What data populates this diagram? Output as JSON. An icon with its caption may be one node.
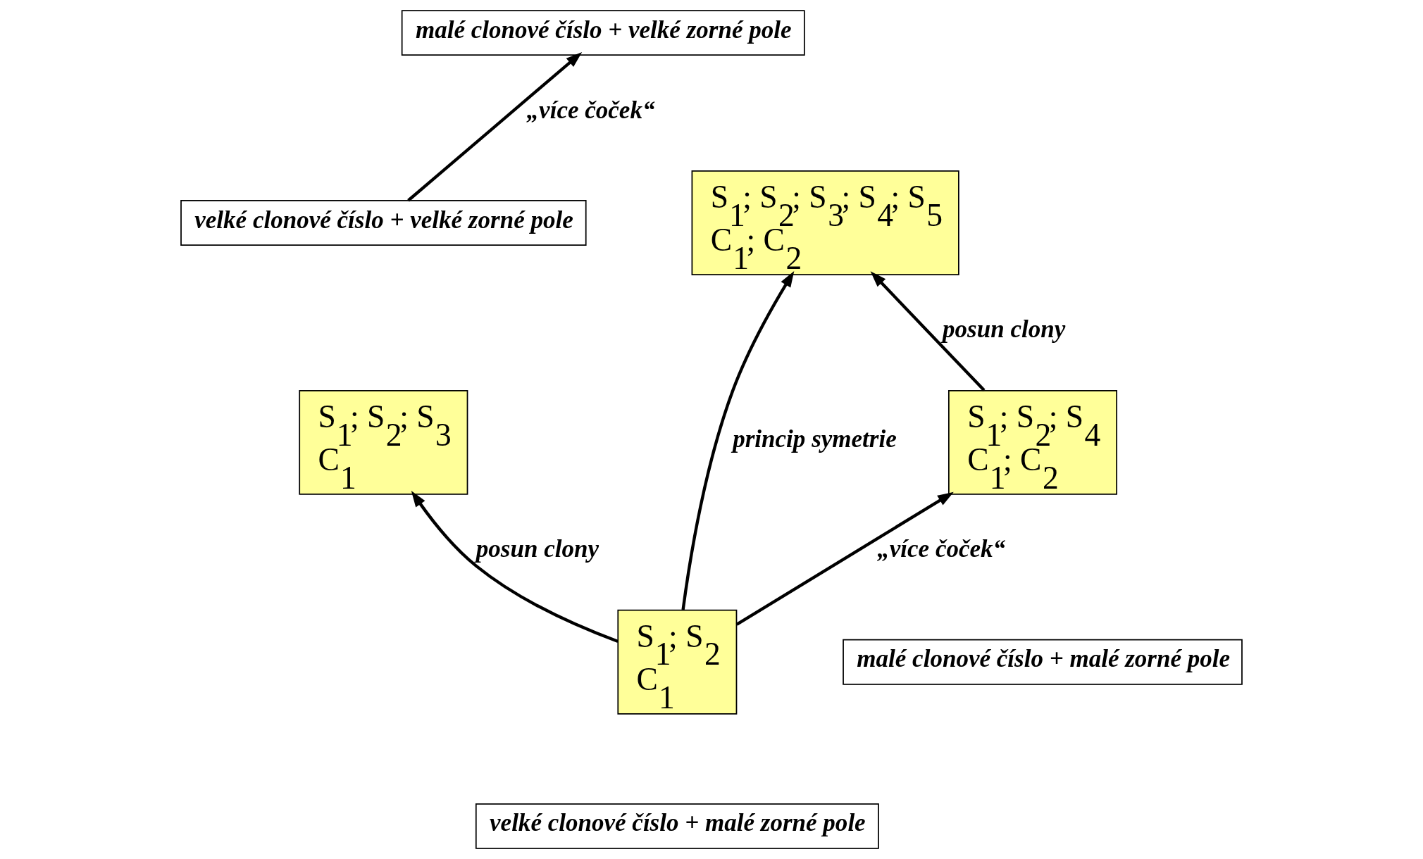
{
  "diagram": {
    "nodes": [
      {
        "text": [
          "velké clonové číslo + velké zorné pole"
        ]
      },
      {
        "text": [
          "S$_{1}$; S$_{2}$; S$_{3}$",
          "C$_{1}$"
        ]
      },
      {
        "text": [
          "malé clonové číslo + velké zorné pole"
        ]
      },
      {
        "text": [
          "S$_{1}$; S$_{2}$; S$_{3}$; S$_{4}$; S$_{5}$",
          "C$_{1}$; C$_{2}$"
        ]
      },
      {
        "text": [
          "S$_{1}$; S$_{2}$",
          "C$_{1}$"
        ]
      },
      {
        "text": [
          "velké clonové číslo + malé zorné pole"
        ]
      },
      {
        "text": [
          "S$_{1}$; S$_{2}$; S$_{4}$",
          "C$_{1}$; C$_{2}$"
        ]
      },
      {
        "text": [
          "malé clonové číslo + malé zorné pole"
        ]
      }
    ],
    "edges": [
      {
        "from": 0,
        "to": 2,
        "arrow": "to",
        "label": "„více čoček“"
      },
      {
        "from": 4,
        "to": 1,
        "arrow": "to",
        "label": "posun clony"
      },
      {
        "from": 4,
        "to": 3,
        "arrow": "to",
        "label": "princip symetrie"
      },
      {
        "from": 6,
        "to": 3,
        "arrow": "to",
        "label": "posun clony"
      },
      {
        "from": 4,
        "to": 6,
        "arrow": "to",
        "label": "„více čoček“"
      }
    ]
  }
}
